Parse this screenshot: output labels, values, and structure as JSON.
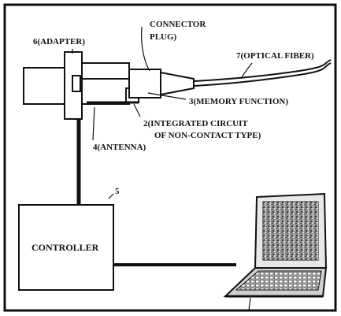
{
  "labels": {
    "adapter": "6(ADAPTER)",
    "connector_line1": "CONNECTOR",
    "connector_line2": "PLUG)",
    "optical_fiber": "7(OPTICAL FIBER)",
    "memory_function": "3(MEMORY FUNCTION)",
    "ic_line1": "2(INTEGRATED CIRCUIT",
    "ic_line2": "OF NON-CONTACT TYPE)",
    "antenna": "4(ANTENNA)",
    "controller_ref": "5",
    "controller": "CONTROLLER"
  }
}
